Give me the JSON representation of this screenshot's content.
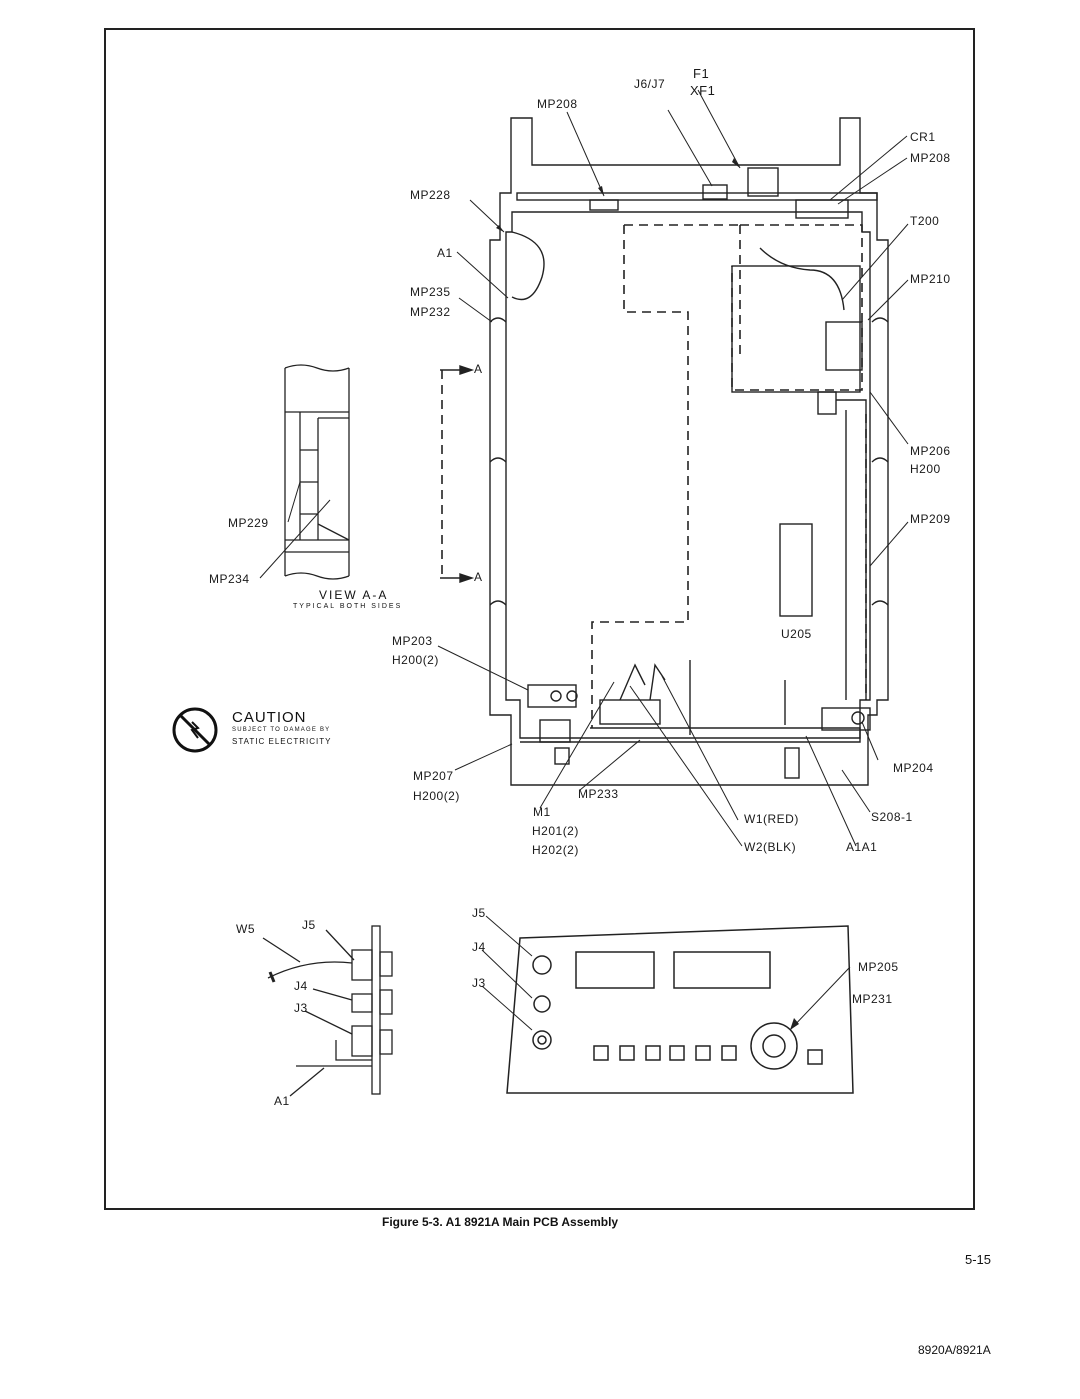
{
  "figure": {
    "caption": "Figure 5-3. A1 8921A Main PCB Assembly",
    "page_number": "5-15",
    "document_id": "8920A/8921A"
  },
  "caution": {
    "title": "CAUTION",
    "line1": "SUBJECT TO DAMAGE BY",
    "line2": "STATIC ELECTRICITY",
    "icon": "no-static-icon"
  },
  "view_aa": {
    "title": "VIEW A-A",
    "subtitle": "TYPICAL BOTH SIDES",
    "section_marker": "A"
  },
  "labels": {
    "f1": "F1",
    "xf1": "XF1",
    "j6j7": "J6/J7",
    "mp208_top": "MP208",
    "cr1": "CR1",
    "mp208_right": "MP208",
    "mp228": "MP228",
    "t200": "T200",
    "a1": "A1",
    "mp210": "MP210",
    "mp235": "MP235",
    "mp232": "MP232",
    "mp206": "MP206",
    "h200": "H200",
    "mp209": "MP209",
    "mp229": "MP229",
    "mp234": "MP234",
    "u205": "U205",
    "mp203": "MP203",
    "h200_2a": "H200(2)",
    "mp207": "MP207",
    "h200_2b": "H200(2)",
    "mp233": "MP233",
    "mp204": "MP204",
    "m1": "M1",
    "h201": "H201(2)",
    "h202": "H202(2)",
    "w1": "W1(RED)",
    "w2": "W2(BLK)",
    "s208": "S208-1",
    "a1a1": "A1A1",
    "w5": "W5",
    "j5_left": "J5",
    "j4_left": "J4",
    "j3_left": "J3",
    "a1_bottom": "A1",
    "j5_front": "J5",
    "j4_front": "J4",
    "j3_front": "J3",
    "mp205": "MP205",
    "mp231": "MP231"
  }
}
